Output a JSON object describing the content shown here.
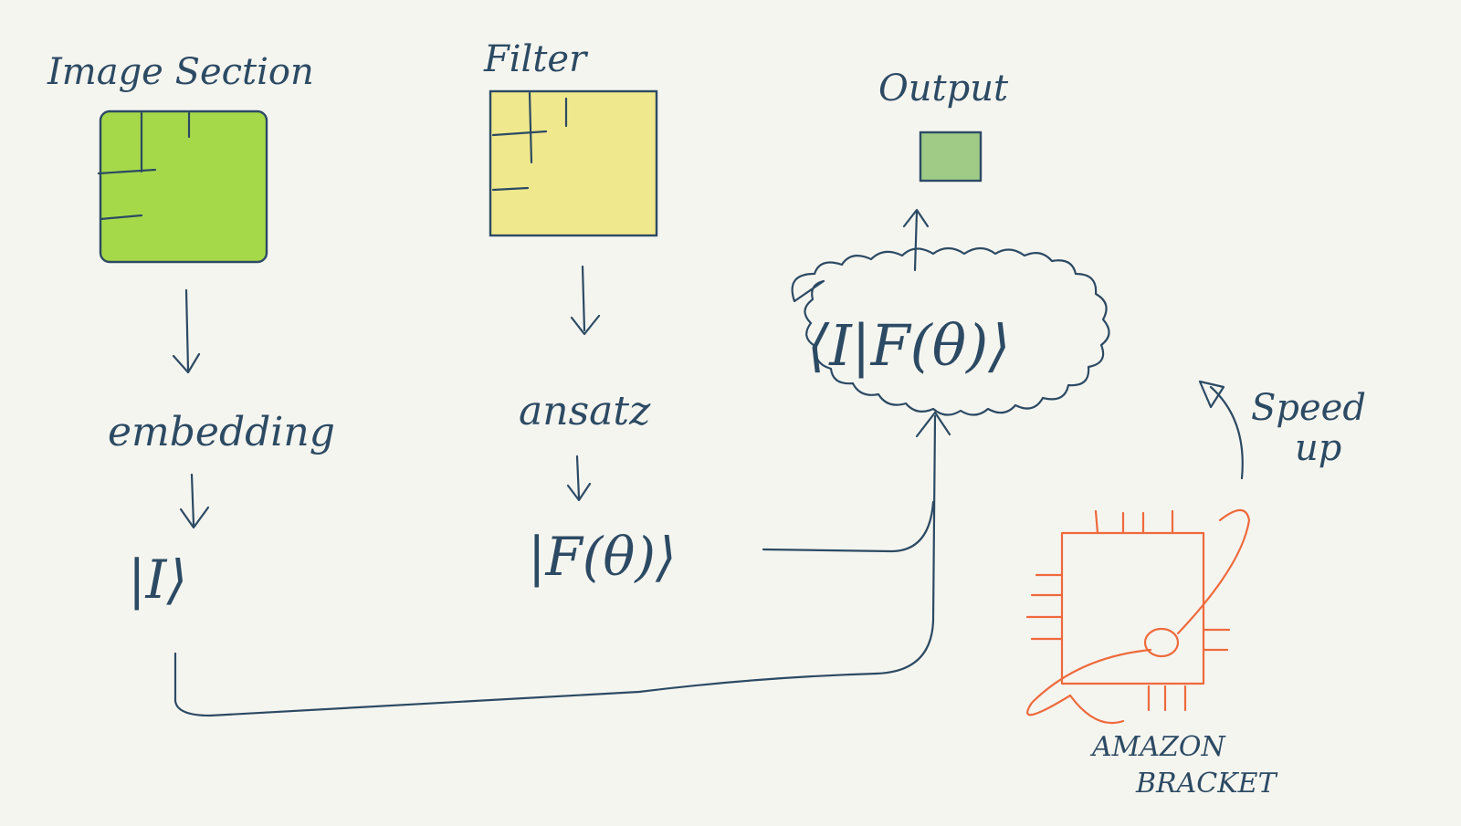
{
  "labels": {
    "image_section": "Image Section",
    "filter": "Filter",
    "output": "Output",
    "embedding": "embedding",
    "ansatz": "ansatz",
    "ket_image": "|I⟩",
    "ket_filter": "|F(θ)⟩",
    "inner_product": "⟨I|F(θ)⟩",
    "speed": "Speed",
    "up": "up",
    "amazon": "AMAZON",
    "bracket": "BRACKET"
  },
  "colors": {
    "ink": "#2c4a63",
    "image_fill": "#a6d94a",
    "filter_fill": "#f0e88c",
    "output_fill": "#9fcb87",
    "chip": "#ee6a3c",
    "background": "#f5f5f0"
  }
}
